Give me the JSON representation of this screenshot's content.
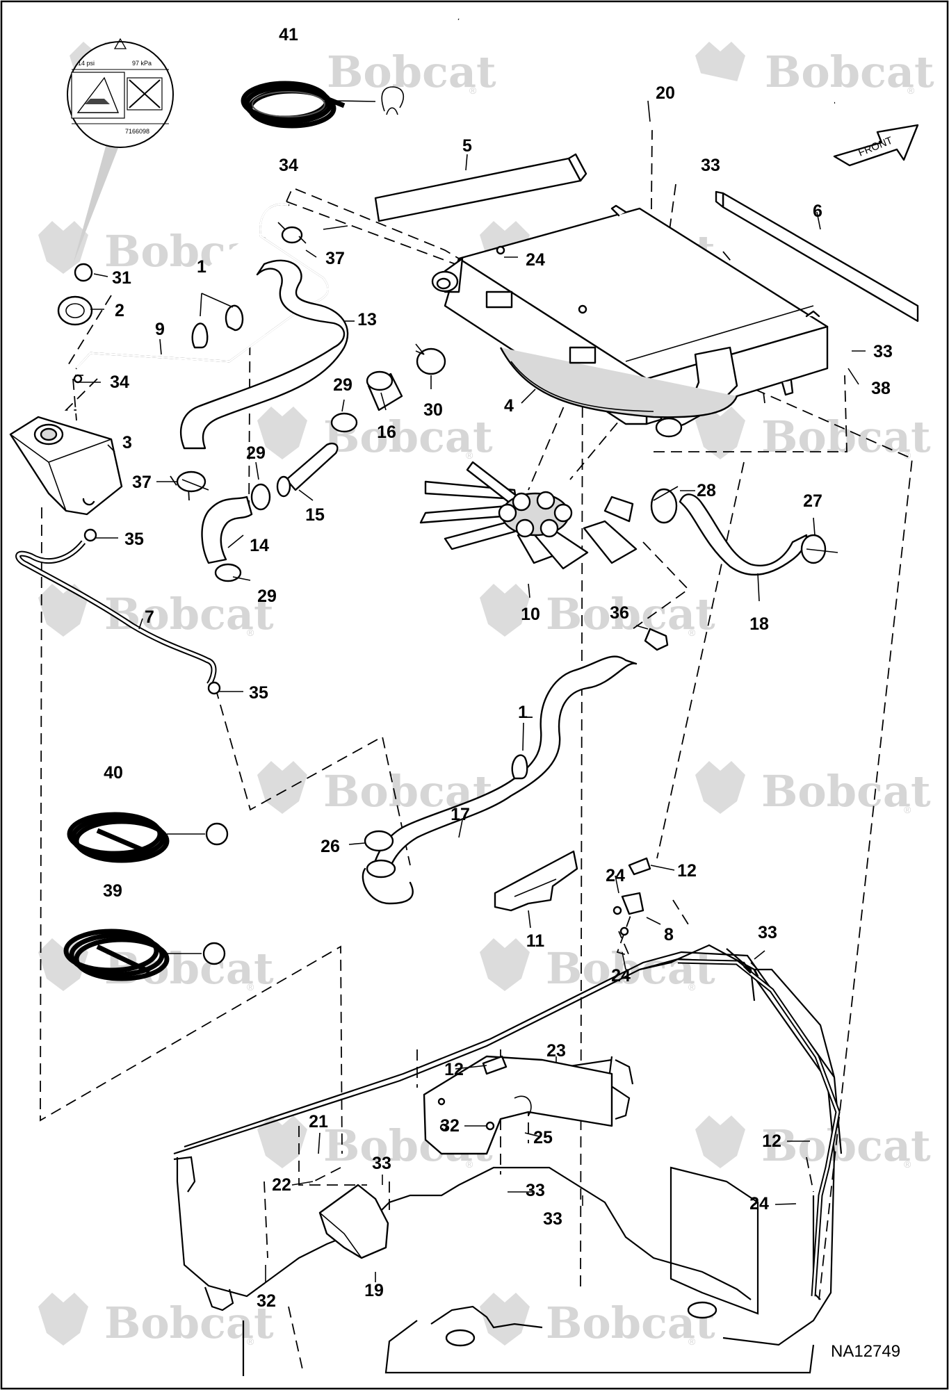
{
  "figure": {
    "drawing_code": "NA12749",
    "front_label": "FRONT",
    "decal": {
      "pressure_psi": "14 psi",
      "pressure_kpa": "97 kPa",
      "part_no": "7166098"
    },
    "watermark_text": "Bobcat",
    "watermark_mark": "®"
  },
  "callouts": [
    {
      "id": "c41",
      "label": "41"
    },
    {
      "id": "c20",
      "label": "20"
    },
    {
      "id": "c33a",
      "label": "33"
    },
    {
      "id": "c5",
      "label": "5"
    },
    {
      "id": "c34a",
      "label": "34"
    },
    {
      "id": "c6",
      "label": "6"
    },
    {
      "id": "c37a",
      "label": "37"
    },
    {
      "id": "c24a",
      "label": "24"
    },
    {
      "id": "c1a",
      "label": "1"
    },
    {
      "id": "c31",
      "label": "31"
    },
    {
      "id": "c2",
      "label": "2"
    },
    {
      "id": "c13",
      "label": "13"
    },
    {
      "id": "c9",
      "label": "9"
    },
    {
      "id": "c33b",
      "label": "33"
    },
    {
      "id": "c38",
      "label": "38"
    },
    {
      "id": "c34b",
      "label": "34"
    },
    {
      "id": "c29a",
      "label": "29"
    },
    {
      "id": "c30",
      "label": "30"
    },
    {
      "id": "c4",
      "label": "4"
    },
    {
      "id": "c16",
      "label": "16"
    },
    {
      "id": "c3",
      "label": "3"
    },
    {
      "id": "c29b",
      "label": "29"
    },
    {
      "id": "c37b",
      "label": "37"
    },
    {
      "id": "c15",
      "label": "15"
    },
    {
      "id": "c28",
      "label": "28"
    },
    {
      "id": "c27",
      "label": "27"
    },
    {
      "id": "c35a",
      "label": "35"
    },
    {
      "id": "c14",
      "label": "14"
    },
    {
      "id": "c29c",
      "label": "29"
    },
    {
      "id": "c10",
      "label": "10"
    },
    {
      "id": "c36",
      "label": "36"
    },
    {
      "id": "c18",
      "label": "18"
    },
    {
      "id": "c7",
      "label": "7"
    },
    {
      "id": "c35b",
      "label": "35"
    },
    {
      "id": "c1b",
      "label": "1"
    },
    {
      "id": "c40",
      "label": "40"
    },
    {
      "id": "c17",
      "label": "17"
    },
    {
      "id": "c26",
      "label": "26"
    },
    {
      "id": "c12a",
      "label": "12"
    },
    {
      "id": "c24b",
      "label": "24"
    },
    {
      "id": "c39",
      "label": "39"
    },
    {
      "id": "c8",
      "label": "8"
    },
    {
      "id": "c11",
      "label": "11"
    },
    {
      "id": "c33c",
      "label": "33"
    },
    {
      "id": "c24c",
      "label": "24"
    },
    {
      "id": "c23",
      "label": "23"
    },
    {
      "id": "c12b",
      "label": "12"
    },
    {
      "id": "c21",
      "label": "21"
    },
    {
      "id": "c32a",
      "label": "32"
    },
    {
      "id": "c25",
      "label": "25"
    },
    {
      "id": "c33d",
      "label": "33"
    },
    {
      "id": "c22",
      "label": "22"
    },
    {
      "id": "c33e",
      "label": "33"
    },
    {
      "id": "c33f",
      "label": "33"
    },
    {
      "id": "c12c",
      "label": "12"
    },
    {
      "id": "c24d",
      "label": "24"
    },
    {
      "id": "c19",
      "label": "19"
    },
    {
      "id": "c32b",
      "label": "32"
    }
  ]
}
